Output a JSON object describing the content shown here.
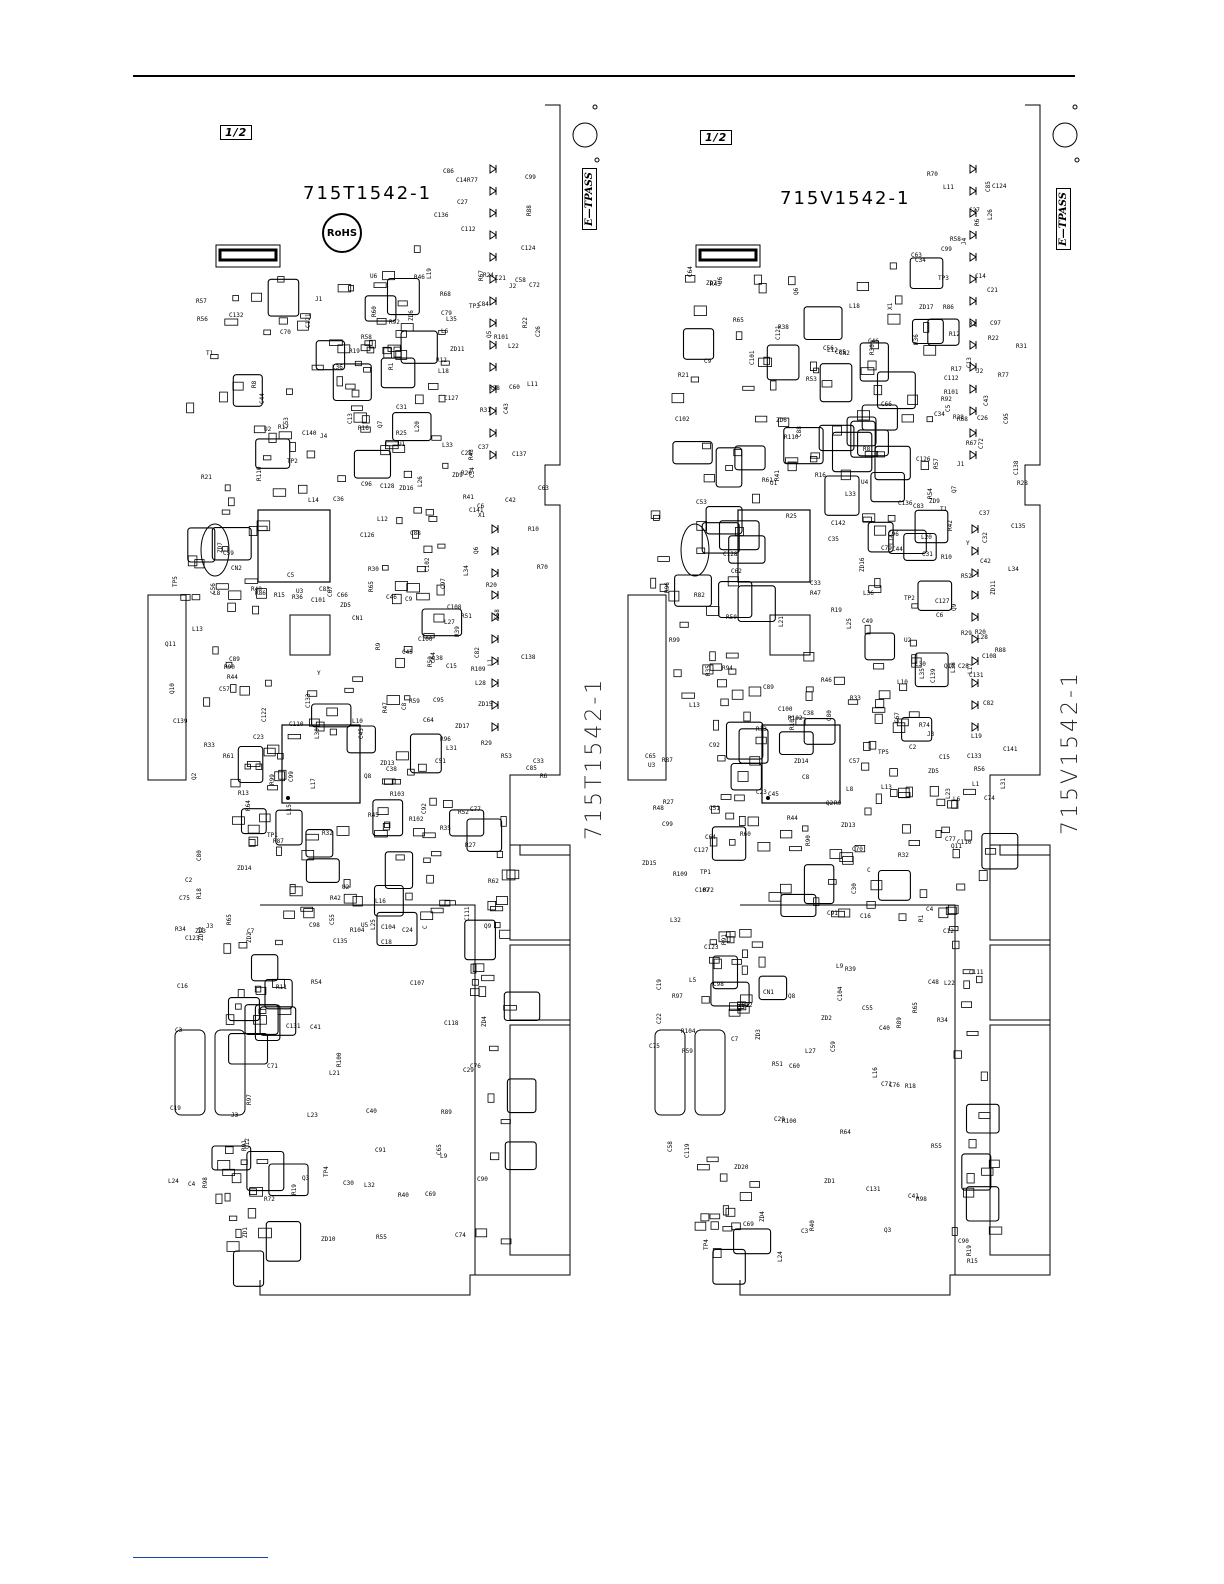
{
  "page": {
    "sheet_badge": "1/2"
  },
  "boards": [
    {
      "id": "left",
      "part_number": "715T1542-1",
      "edge_label": "715T1542-1",
      "rohs": "RoHS",
      "approval": "E—TPASS",
      "refs": [
        "CN2",
        "C110",
        "C111",
        "L35",
        "L36",
        "R99",
        "R98",
        "C112",
        "R86",
        "R87",
        "C123",
        "R22",
        "R21",
        "Q2",
        "Q3",
        "R31",
        "R30",
        "R64",
        "C118",
        "C124",
        "R16",
        "R32",
        "C19",
        "C21",
        "U6",
        "L30",
        "U5",
        "R67",
        "C121",
        "R96",
        "R97",
        "C95",
        "C96",
        "C122",
        "C91",
        "L38",
        "R68",
        "C67",
        "C98",
        "C97",
        "C79",
        "C80",
        "C71",
        "C72",
        "U2",
        "C92",
        "C76",
        "C86",
        "C88",
        "C89",
        "C90",
        "L28",
        "X1",
        "TP5",
        "C75",
        "C84",
        "R65",
        "C77",
        "C74",
        "C85",
        "C70",
        "CN1",
        "J3",
        "Q6",
        "R46",
        "R45",
        "R54",
        "R53",
        "R60",
        "R59",
        "R42",
        "R41",
        "R19",
        "Q8",
        "Q9",
        "C136",
        "R48",
        "R39",
        "C135",
        "Q5",
        "R15",
        "R13",
        "C69",
        "C82",
        "C83",
        "TP1",
        "TP4",
        "TP3",
        "TP2",
        "C64",
        "C12",
        "R12",
        "Q7",
        "C99",
        "C107",
        "C108",
        "R28",
        "R103",
        "C104",
        "R77",
        "C59",
        "U3",
        "R55",
        "R52",
        "C128",
        "R44",
        "C131",
        "R101",
        "C44",
        "C45",
        "C55",
        "C63",
        "C126",
        "R47",
        "R40",
        "C127",
        "C53",
        "C38",
        "C18",
        "C42",
        "C132",
        "C133",
        "L24",
        "L34",
        "C31",
        "C45",
        "C41",
        "C43",
        "C46",
        "C51",
        "C40",
        "C37",
        "U1",
        "R50",
        "R65",
        "C28",
        "C36",
        "R90",
        "R89",
        "R88",
        "R92",
        "R9",
        "R91",
        "C99",
        "R43",
        "R35",
        "R34",
        "C33",
        "C34",
        "L17",
        "C29",
        "C137",
        "R36",
        "R33",
        "R100",
        "C26",
        "L18",
        "U2",
        "C30",
        "C27",
        "T1",
        "L15",
        "L16",
        "R26",
        "R25",
        "C23",
        "ZD10",
        "J2",
        "L14",
        "R27",
        "C24",
        "ZD17",
        "L33",
        "R29",
        "C16",
        "R24",
        "ZD16",
        "L13",
        "R18",
        "C15",
        "L12",
        "ZD15",
        "R104",
        "L11",
        "R17",
        "ZD14",
        "ZD12",
        "C141",
        "C140",
        "L10",
        "R19",
        "C14",
        "C13",
        "ZD13",
        "C4",
        "ZD9",
        "J1",
        "L8",
        "L9",
        "R10",
        "C9",
        "C8",
        "R11",
        "R6",
        "ZD7",
        "C139",
        "C7",
        "ZD11",
        "R8",
        "R102",
        "ZD1",
        "L6",
        "ZD6",
        "ZD5",
        "ZD4",
        "C6",
        "C5",
        "C2",
        "ZD3",
        "C138",
        "R1",
        "Q11",
        "R72",
        "R70",
        "C101",
        "Q10",
        "ZD2",
        "L1",
        "R110",
        "C100",
        "L32",
        "L31",
        "C102",
        "R109",
        "C3",
        "R20",
        "L20",
        "C57",
        "J3",
        "R51",
        "L19",
        "C56",
        "C",
        "L27",
        "R58",
        "C66",
        "L23",
        "C60",
        "L26",
        "R62",
        "C65",
        "L22",
        "R57",
        "R61",
        "L25",
        "C58",
        "R56",
        "C64",
        "L21",
        "C58",
        "J4",
        "Y"
      ]
    },
    {
      "id": "right",
      "part_number": "715V1542-1",
      "edge_label": "715V1542-1",
      "approval": "E—TPASS",
      "refs": [
        "CN2",
        "C110",
        "C111",
        "L35",
        "L36",
        "R99",
        "R98",
        "C112",
        "R86",
        "R87",
        "C123",
        "R22",
        "R21",
        "Q2",
        "Q3",
        "R31",
        "R30",
        "R94",
        "C119",
        "C124",
        "R16",
        "R32",
        "C19",
        "C21",
        "U6",
        "L30",
        "L5",
        "R67",
        "C121",
        "R96",
        "R97",
        "C95",
        "C96",
        "C127",
        "C91",
        "L38",
        "R68",
        "C67",
        "C98",
        "C97",
        "C79",
        "C80",
        "C71",
        "C72",
        "U4",
        "C92",
        "C76",
        "C85",
        "C88",
        "C89",
        "C90",
        "L28",
        "X1",
        "TP5",
        "C75",
        "C34",
        "R65",
        "C77",
        "R64",
        "C74",
        "C85",
        "C70",
        "CN1",
        "J3",
        "Q6",
        "R46",
        "R15",
        "R54",
        "R53",
        "R60",
        "R59",
        "R42",
        "R41",
        "R19",
        "Q8",
        "Q9",
        "C136",
        "R48",
        "R39",
        "C135",
        "R38",
        "R13",
        "C69",
        "C82",
        "C83",
        "TP1",
        "TP4",
        "TP3",
        "TP2",
        "C64",
        "C12",
        "R12",
        "Q7",
        "C99",
        "C107",
        "C108",
        "R28",
        "R103",
        "C104",
        "R77",
        "C33",
        "U3",
        "R55",
        "R52",
        "C128",
        "R44",
        "C131",
        "R101",
        "C44",
        "C45",
        "C55",
        "C63",
        "C126",
        "R47",
        "R40",
        "C127",
        "C53",
        "C38",
        "C48",
        "C42",
        "C62",
        "C133",
        "L24",
        "L34",
        "C31",
        "C49",
        "C41",
        "C43",
        "C46",
        "C51",
        "C40",
        "C37",
        "U1",
        "R50",
        "R65",
        "C28",
        "C35",
        "R90",
        "R89",
        "R88",
        "R92",
        "R9",
        "R91",
        "C99",
        "R43",
        "R35",
        "R34",
        "C32",
        "C34",
        "L17",
        "C29",
        "C131",
        "R36",
        "R33",
        "R100",
        "C26",
        "L18",
        "U2",
        "C30",
        "C27",
        "T1",
        "L13",
        "L16",
        "R28",
        "R25",
        "C23",
        "ZD20",
        "J2",
        "L14",
        "R27",
        "C22",
        "ZD17",
        "L33",
        "R29",
        "C16",
        "R74",
        "ZD16",
        "L13",
        "R18",
        "C15",
        "L12",
        "ZD15",
        "R104",
        "L11",
        "R17",
        "ZD14",
        "ZD12",
        "C141",
        "C142",
        "L10",
        "R19",
        "C14",
        "C13",
        "ZD13",
        "C4",
        "ZD9",
        "J1",
        "L8",
        "L9",
        "R10",
        "C9",
        "C8",
        "R1",
        "R6",
        "ZD7",
        "C139",
        "C7",
        "ZD11",
        "R8",
        "R102",
        "ZD1",
        "L6",
        "ZD6",
        "ZD5",
        "ZD4",
        "C6",
        "C5",
        "C2",
        "ZD3",
        "C138",
        "R1",
        "Q11",
        "R72",
        "R70",
        "C101",
        "Q10",
        "ZD2",
        "L1",
        "R110",
        "C100",
        "L32",
        "L31",
        "C102",
        "R109",
        "C3",
        "R20",
        "L20",
        "C57",
        "R51",
        "L19",
        "C56",
        "C",
        "L27",
        "R58",
        "C66",
        "L23",
        "C60",
        "L26",
        "R82",
        "C65",
        "L22",
        "R57",
        "R61",
        "L25",
        "C59",
        "R56",
        "C64",
        "L21",
        "C58",
        "J4",
        "Y"
      ]
    }
  ]
}
